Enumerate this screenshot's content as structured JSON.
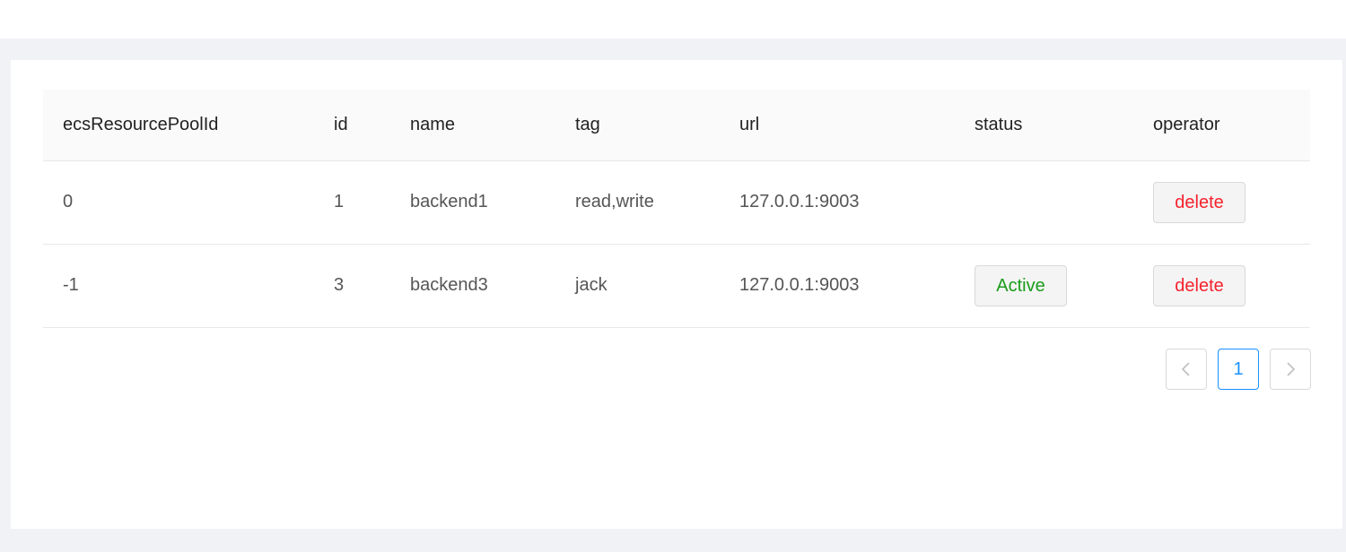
{
  "table": {
    "columns": [
      "ecsResourcePoolId",
      "id",
      "name",
      "tag",
      "url",
      "status",
      "operator"
    ],
    "rows": [
      {
        "ecsResourcePoolId": "0",
        "id": "1",
        "name": "backend1",
        "tag": "read,write",
        "url": "127.0.0.1:9003",
        "status": "",
        "operator": "delete"
      },
      {
        "ecsResourcePoolId": "-1",
        "id": "3",
        "name": "backend3",
        "tag": "jack",
        "url": "127.0.0.1:9003",
        "status": "Active",
        "operator": "delete"
      }
    ]
  },
  "pagination": {
    "prev_icon": "chevron-left-icon",
    "current_page": "1",
    "next_icon": "chevron-right-icon"
  },
  "colors": {
    "delete": "#f5222d",
    "active": "#1a9c1a",
    "page_current": "#1890ff"
  }
}
